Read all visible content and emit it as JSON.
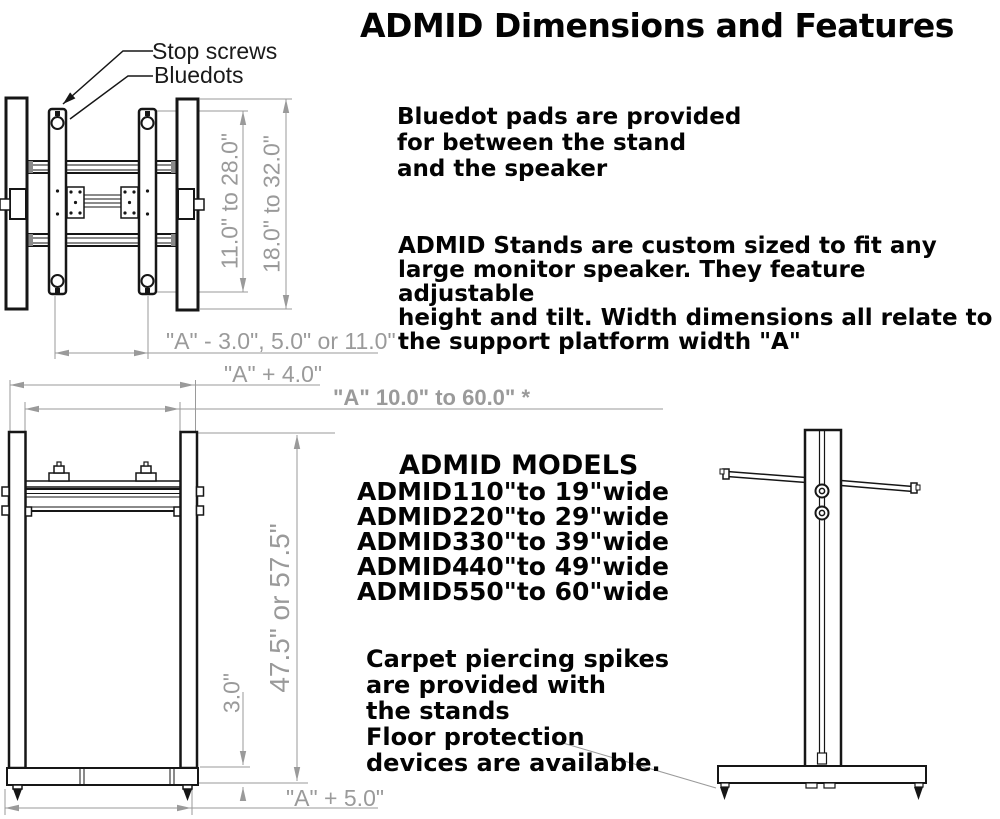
{
  "title": "ADMID Dimensions and Features",
  "colors": {
    "ink": "#161616",
    "dim_gray": "#9a9a9a",
    "background": "#ffffff"
  },
  "top_view": {
    "label_stop_screws": "Stop screws",
    "label_bluedots": "Bluedots",
    "dim_inner_height": "11.0\" to 28.0\"",
    "dim_outer_height": "18.0\" to 32.0\"",
    "dim_rail_spacing": "\"A\" - 3.0\", 5.0\" or 11.0\""
  },
  "front_view": {
    "dim_outer_width": "\"A\" + 4.0\"",
    "dim_platform_width": "\"A\" 10.0\" to 60.0\" *",
    "dim_height": "47.5\" or 57.5\"",
    "dim_base_thickness": "3.0\"",
    "dim_base_width": "\"A\" + 5.0\""
  },
  "notes": {
    "bluedot_pads": "Bluedot pads are provided\nfor between the stand\nand the speaker",
    "description": "ADMID Stands are custom sized to fit any\nlarge monitor speaker. They feature adjustable\nheight and tilt. Width dimensions all relate to\nthe support platform width \"A\"",
    "spikes": "Carpet piercing spikes\nare provided with\nthe stands\nFloor protection\ndevices are available."
  },
  "models": {
    "heading": "ADMID MODELS",
    "rows": [
      {
        "name": "ADMID1",
        "range": "10\"to 19\"wide"
      },
      {
        "name": "ADMID2",
        "range": "20\"to 29\"wide"
      },
      {
        "name": "ADMID3",
        "range": "30\"to 39\"wide"
      },
      {
        "name": "ADMID4",
        "range": "40\"to 49\"wide"
      },
      {
        "name": "ADMID5",
        "range": "50\"to 60\"wide"
      }
    ]
  }
}
